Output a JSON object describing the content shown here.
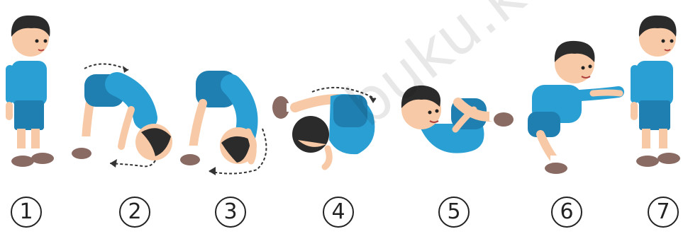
{
  "steps": [
    {
      "number": "1"
    },
    {
      "number": "2"
    },
    {
      "number": "3"
    },
    {
      "number": "4"
    },
    {
      "number": "5"
    },
    {
      "number": "6"
    },
    {
      "number": "7"
    }
  ],
  "watermark": {
    "text": "buku.kemdikbud.go.id"
  },
  "colors": {
    "shirt": "#2a9fd4",
    "shirt_dark": "#1f7fb0",
    "skin": "#f7c9a6",
    "hair": "#2b2b2b",
    "sock": "#ffffff",
    "shoe": "#8a6b63",
    "arrow": "#333333"
  },
  "icons": [
    "boy-standing-icon",
    "boy-bending-icon",
    "boy-rolling-icon",
    "boy-squatting-icon"
  ]
}
